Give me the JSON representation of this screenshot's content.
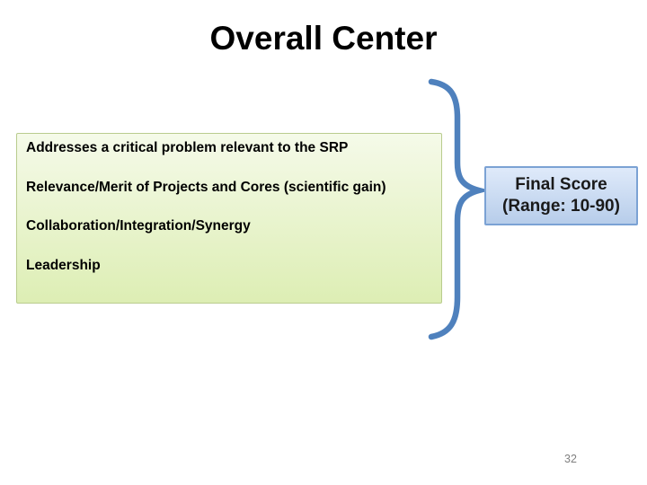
{
  "slide": {
    "title": "Overall Center",
    "page_number": "32"
  },
  "criteria_box": {
    "items": [
      {
        "label": "Addresses a critical problem relevant to the SRP"
      },
      {
        "label": "Relevance/Merit of Projects and Cores (scientific gain)"
      },
      {
        "label": "Collaboration/Integration/Synergy"
      },
      {
        "label": "Leadership"
      }
    ],
    "background_top": "#f5fae9",
    "background_bottom": "#ddeeb4",
    "border_color": "#b9cc8e"
  },
  "score_box": {
    "line1": "Final Score",
    "line2": "(Range: 10-90)",
    "background_top": "#dfeafa",
    "background_bottom": "#b7cdea",
    "border_color": "#7ba2d4"
  },
  "brace": {
    "color": "#4f81bd"
  }
}
